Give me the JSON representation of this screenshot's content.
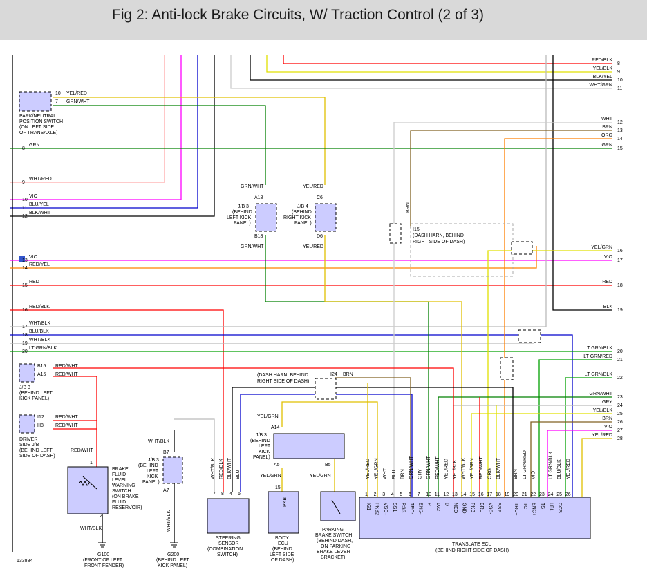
{
  "figure": {
    "title": "Fig 2: Anti-lock Brake Circuits, W/ Traction Control (2 of 3)",
    "id": "133884"
  },
  "colors": {
    "header_bg": "#d9d9d9",
    "component_fill": "#ccccff",
    "wire_red": "#ff0000",
    "wire_green": "#008000",
    "wire_blue": "#0000cc",
    "wire_yellow": "#e0e000",
    "wire_violet": "#ff00ff",
    "wire_orange": "#ff7f00",
    "wire_pink": "#ffaaaa",
    "wire_gray": "#aaaaaa",
    "wire_brown": "#806020",
    "wire_black": "#000000"
  },
  "left_terminals": [
    {
      "num": "8",
      "label": "GRN"
    },
    {
      "num": "9",
      "label": "WHT/RED"
    },
    {
      "num": "10",
      "label": "VIO"
    },
    {
      "num": "11",
      "label": "BLU/YEL"
    },
    {
      "num": "12",
      "label": "BLK/WHT"
    },
    {
      "num": "13",
      "label": "VIO"
    },
    {
      "num": "14",
      "label": "RED/YEL"
    },
    {
      "num": "15",
      "label": "RED"
    },
    {
      "num": "16",
      "label": "RED/BLK"
    },
    {
      "num": "17",
      "label": "WHT/BLK"
    },
    {
      "num": "18",
      "label": "BLU/BLK"
    },
    {
      "num": "19",
      "label": "WHT/BLK"
    },
    {
      "num": "20",
      "label": "LT GRN/BLK"
    }
  ],
  "right_terminals": [
    {
      "num": "8",
      "label": "RED/BLK"
    },
    {
      "num": "9",
      "label": "YEL/BLK"
    },
    {
      "num": "10",
      "label": "BLK/YEL"
    },
    {
      "num": "11",
      "label": "WHT/GRN"
    },
    {
      "num": "12",
      "label": "WHT"
    },
    {
      "num": "13",
      "label": "BRN"
    },
    {
      "num": "14",
      "label": "ORG"
    },
    {
      "num": "15",
      "label": "GRN"
    },
    {
      "num": "16",
      "label": "YEL/GRN"
    },
    {
      "num": "17",
      "label": "VIO"
    },
    {
      "num": "18",
      "label": "RED"
    },
    {
      "num": "19",
      "label": "BLK"
    },
    {
      "num": "20",
      "label": "LT GRN/BLK"
    },
    {
      "num": "21",
      "label": "LT GRN/RED"
    },
    {
      "num": "22",
      "label": "LT GRN/BLK"
    },
    {
      "num": "23",
      "label": "GRN/WHT"
    },
    {
      "num": "24",
      "label": "GRY"
    },
    {
      "num": "25",
      "label": "YEL/BLK"
    },
    {
      "num": "26",
      "label": "BRN"
    },
    {
      "num": "27",
      "label": "VIO"
    },
    {
      "num": "28",
      "label": "YEL/RED"
    }
  ],
  "park_neutral": {
    "pin10": "10",
    "wire10": "YEL/RED",
    "pin7": "7",
    "wire7": "GRN/WHT",
    "label": [
      "PARK/NEUTRAL",
      "POSITION SWITCH",
      "(ON LEFT SIDE",
      "OF TRANSAXLE)"
    ]
  },
  "jb3_left": {
    "pin_a": "B15",
    "wire_a": "RED/WHT",
    "pin_b": "A15",
    "wire_b": "RED/WHT",
    "label": [
      "J/B 3",
      "(BEHIND LEFT",
      "KICK PANEL)"
    ]
  },
  "driver_jb": {
    "pin_a": "I12",
    "wire_a": "RED/WHT",
    "pin_b": "H8",
    "wire_b": "RED/WHT",
    "label": [
      "DRIVER",
      "SIDE J/B",
      "(BEHIND LEFT",
      "SIDE OF DASH)"
    ],
    "down_wire": "RED/WHT"
  },
  "brake_switch": {
    "pin_top": "1",
    "pin_bottom": "2",
    "label": [
      "BRAKE",
      "FLUID",
      "LEVEL",
      "WARNING",
      "SWITCH",
      "(ON BRAKE",
      "FLUID",
      "RESERVOIR)"
    ],
    "ground_wire": "WHT/BLK"
  },
  "g100": {
    "name": "G100",
    "label": [
      "(FRONT OF LEFT",
      "FRONT FENDER)"
    ]
  },
  "g200": {
    "name": "G200",
    "label": [
      "(BEHIND LEFT",
      "KICK PANEL)"
    ]
  },
  "jb3_mid": {
    "wire_top": "WHT/BLK",
    "pin_top": "B7",
    "pin_bottom": "A7",
    "label": [
      "J/B 3",
      "(BEHIND",
      "LEFT",
      "KICK",
      "PANEL)"
    ],
    "wire_bottom": "WHT/BLK"
  },
  "jb3_a18": {
    "wire_top": "GRN/WHT",
    "pin_top": "A18",
    "pin_bottom": "B18",
    "wire_bottom": "GRN/WHT",
    "label": [
      "J/B 3",
      "(BEHIND",
      "LEFT KICK",
      "PANEL)"
    ]
  },
  "jb4": {
    "wire_top": "YEL/RED",
    "pin_top": "C6",
    "pin_bottom": "D6",
    "wire_bottom": "YEL/RED",
    "label": [
      "J/B 4",
      "(BEHIND",
      "RIGHT KICK",
      "PANEL)"
    ]
  },
  "i15": {
    "wire": "BRN",
    "pin": "I15",
    "label": [
      "(DASH HARN, BEHIND",
      "RIGHT SIDE OF DASH)"
    ]
  },
  "i24": {
    "pin": "I24",
    "wire": "BRN",
    "label": [
      "(DASH HARN, BEHIND",
      "RIGHT SIDE OF DASH)"
    ]
  },
  "jb3_a14": {
    "wire_top": "YEL/GRN",
    "pin_top": "A14",
    "pin_bottom": "A5",
    "pin_right": "B5",
    "label": [
      "J/B 3",
      "(BEHIND",
      "LEFT",
      "KICK",
      "PANEL)"
    ]
  },
  "steering": {
    "pins": [
      "7",
      "8",
      "4",
      "6"
    ],
    "wires": [
      "WHT/BLK",
      "RED/BLK",
      "BLK/WHT",
      "BLU"
    ],
    "label": [
      "STEERING",
      "SENSOR",
      "(COMBINATION",
      "SWITCH)"
    ]
  },
  "body_ecu": {
    "wire": "YEL/GRN",
    "pin": "15",
    "pin_label": "PKB",
    "label": [
      "BODY",
      "ECU",
      "(BEHIND",
      "LEFT SIDE",
      "OF DASH)"
    ]
  },
  "parking_switch": {
    "wire": "YEL/GRN",
    "label": [
      "PARKING",
      "BRAKE SWITCH",
      "(BEHIND DASH,",
      "ON PARKING",
      "BRAKE LEVER",
      "BRACKET)"
    ]
  },
  "ecu": {
    "label": [
      "TRANSLATE ECU",
      "(BEHIND RIGHT SIDE OF DASH)"
    ],
    "pins": [
      {
        "num": "1",
        "name": "IG1",
        "wire": "YEL/RED"
      },
      {
        "num": "2",
        "name": "PKB2",
        "wire": "YEL/GRN"
      },
      {
        "num": "3",
        "name": "VSC+",
        "wire": "WHT"
      },
      {
        "num": "4",
        "name": "SS1",
        "wire": "BLU"
      },
      {
        "num": "5",
        "name": "RSS",
        "wire": "BRN"
      },
      {
        "num": "6",
        "name": "TRC-",
        "wire": "GRN/WHT"
      },
      {
        "num": "7",
        "name": "ENG-",
        "wire": "GRY"
      },
      {
        "num": "10",
        "name": "P",
        "wire": "GRN/WHT"
      },
      {
        "num": "11",
        "name": "LV2",
        "wire": "RED/WHT"
      },
      {
        "num": "12",
        "name": "D",
        "wire": "YEL/RED"
      },
      {
        "num": "13",
        "name": "NEO",
        "wire": "YEL/BLK"
      },
      {
        "num": "14",
        "name": "GND",
        "wire": "WHT/BLK"
      },
      {
        "num": "15",
        "name": "PKB",
        "wire": "YEL/GRN"
      },
      {
        "num": "16",
        "name": "BRL",
        "wire": "RED/WHT"
      },
      {
        "num": "17",
        "name": "VSC-",
        "wire": "ORG"
      },
      {
        "num": "18",
        "name": "SS2",
        "wire": "BLK/WHT"
      },
      {
        "num": "19",
        "name": "",
        "wire": ""
      },
      {
        "num": "20",
        "name": "TRC+",
        "wire": "BRN"
      },
      {
        "num": "21",
        "name": "TC",
        "wire": "LT GRN/RED"
      },
      {
        "num": "22",
        "name": "ENG+",
        "wire": "VIO"
      },
      {
        "num": "23",
        "name": "TS",
        "wire": ""
      },
      {
        "num": "24",
        "name": "LBL",
        "wire": "LT GRN/BLK"
      },
      {
        "num": "25",
        "name": "CCS",
        "wire": "BLU/BLK"
      },
      {
        "num": "26",
        "name": "",
        "wire": "YEL/RED"
      }
    ]
  }
}
